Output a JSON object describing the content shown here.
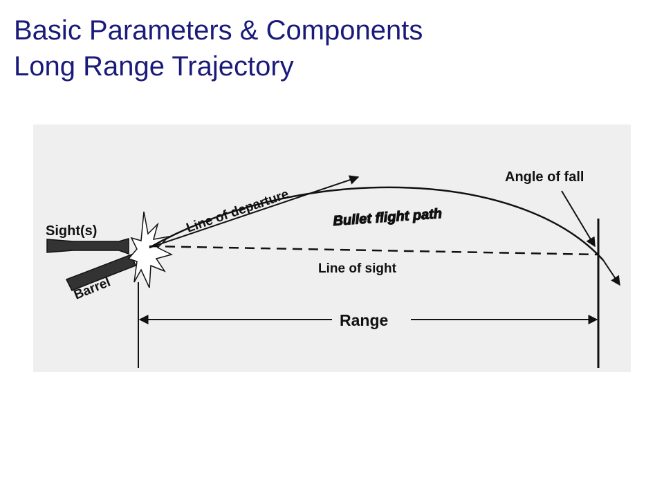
{
  "slide": {
    "title_line1": "Basic Parameters & Components",
    "title_line2": "Long Range Trajectory"
  },
  "diagram": {
    "labels": {
      "sights": "Sight(s)",
      "barrel": "Barrel",
      "line_of_departure": "Line of departure",
      "bullet_flight_path": "Bullet flight path",
      "angle_of_fall": "Angle of fall",
      "line_of_sight": "Line of sight",
      "range": "Range"
    },
    "colors": {
      "title": "#1a1a7a",
      "figure_background": "#efefef",
      "ink": "#111111"
    }
  }
}
